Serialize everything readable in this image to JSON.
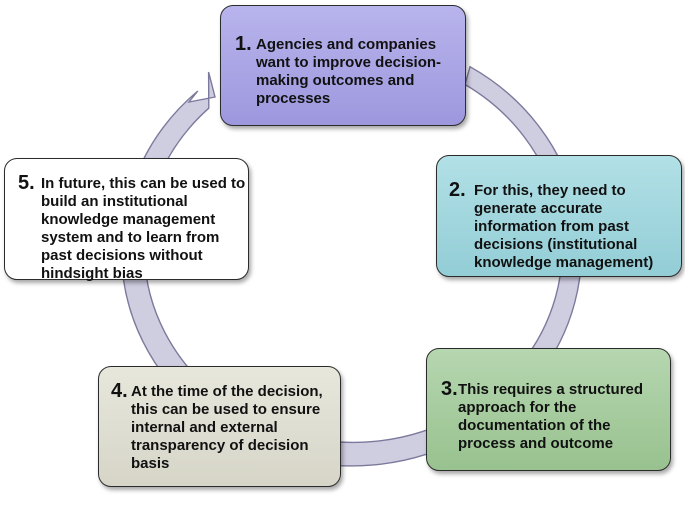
{
  "diagram": {
    "steps": [
      {
        "number": "1.",
        "text": "Agencies and companies want to improve decision-making outcomes and processes"
      },
      {
        "number": "2.",
        "text": "For this, they need to generate accurate information from past decisions (institutional knowledge management)"
      },
      {
        "number": "3.",
        "text": "This requires a structured approach for the documentation of the process and outcome"
      },
      {
        "number": "4.",
        "text": "At the time of the decision, this can be used to ensure internal and external transparency of decision basis"
      },
      {
        "number": "5.",
        "text": "In future, this can be used to build an institutional knowledge management system and to learn from past decisions without hindsight bias"
      }
    ],
    "colors": {
      "step1": "#a9a5e6",
      "step2": "#a0d6de",
      "step3": "#a5cc9e",
      "step4": "#dedcd0",
      "step5": "#ffffff",
      "ring_fill": "#cfcde0",
      "ring_stroke": "#7c7a9c"
    }
  }
}
